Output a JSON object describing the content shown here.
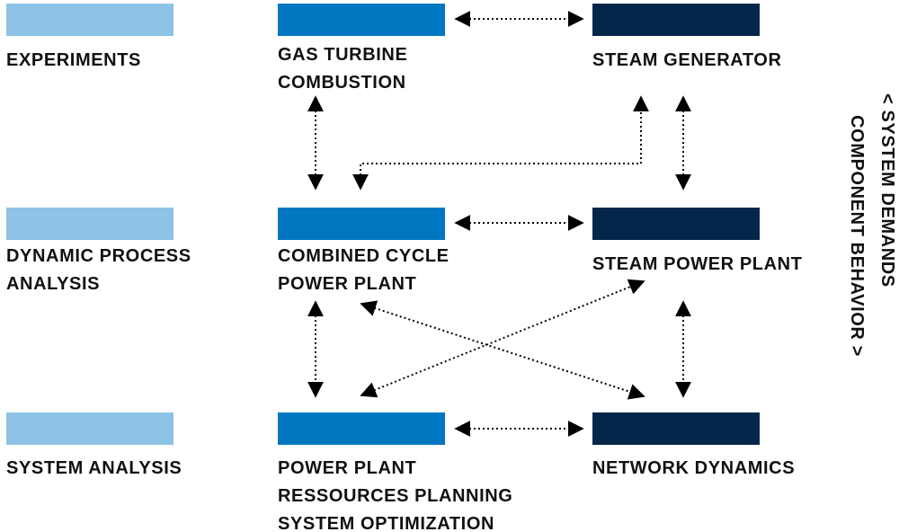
{
  "colors": {
    "left": "#8dc3e6",
    "mid": "#0077c0",
    "right": "#04264a",
    "arrow": "#000000"
  },
  "rows": [
    {
      "left": [
        "EXPERIMENTS"
      ],
      "mid": [
        "GAS TURBINE",
        "COMBUSTION"
      ],
      "right": [
        "STEAM GENERATOR"
      ]
    },
    {
      "left": [
        "DYNAMIC PROCESS",
        "ANALYSIS"
      ],
      "mid": [
        "COMBINED CYCLE",
        "POWER PLANT"
      ],
      "right": [
        "STEAM POWER PLANT"
      ]
    },
    {
      "left": [
        "SYSTEM ANALYSIS"
      ],
      "mid": [
        "POWER PLANT",
        "RESSOURCES PLANNING",
        "SYSTEM OPTIMIZATION"
      ],
      "right": [
        "NETWORK DYNAMICS"
      ]
    }
  ],
  "side": {
    "system_demands": "< SYSTEM DEMANDS",
    "component_behavior": "COMPONENT BEHAVIOR >"
  }
}
